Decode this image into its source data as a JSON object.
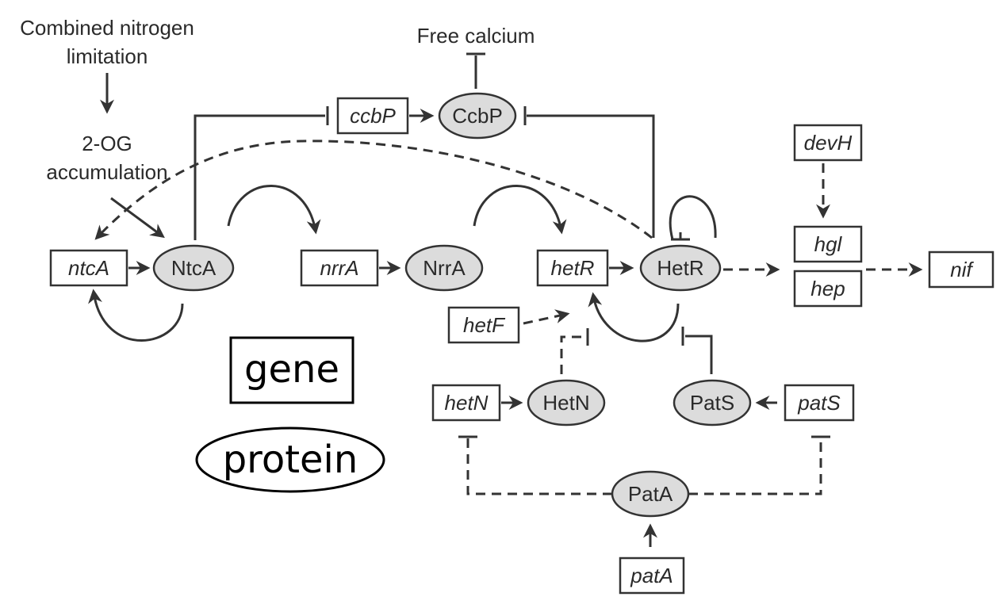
{
  "inputs": {
    "nitrogen_line1": "Combined nitrogen",
    "nitrogen_line2": "limitation",
    "og_line1": "2-OG",
    "og_line2": "accumulation",
    "calcium": "Free calcium"
  },
  "genes": {
    "ntcA": "ntcA",
    "ccbP": "ccbP",
    "nrrA": "nrrA",
    "hetR": "hetR",
    "hetF": "hetF",
    "hetN": "hetN",
    "patS": "patS",
    "patA": "patA",
    "devH": "devH",
    "hgl": "hgl",
    "hep": "hep",
    "nif": "nif"
  },
  "proteins": {
    "NtcA": "NtcA",
    "CcbP": "CcbP",
    "NrrA": "NrrA",
    "HetR": "HetR",
    "HetN": "HetN",
    "PatS": "PatS",
    "PatA": "PatA"
  },
  "legend": {
    "gene": "gene",
    "protein": "protein"
  },
  "colors": {
    "protein_fill": "#dcdcdc",
    "line": "#333333"
  }
}
